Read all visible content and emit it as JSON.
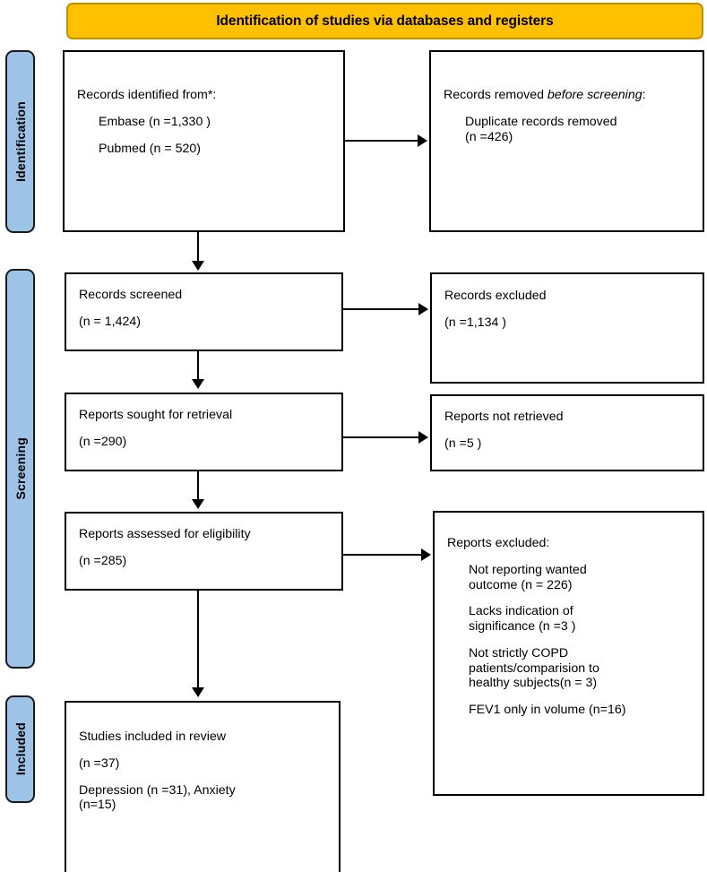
{
  "diagram": {
    "type": "prisma-flow-diagram",
    "banner": {
      "title": "Identification of studies via databases and registers",
      "fill_color": "#FFC000",
      "border_color": "#BF9000"
    },
    "stage_color": "#9DC3E6",
    "stages": [
      {
        "id": "identification",
        "label": "Identification"
      },
      {
        "id": "screening",
        "label": "Screening"
      },
      {
        "id": "included",
        "label": "Included"
      }
    ],
    "nodes": {
      "identified": {
        "title": "Records identified from*:",
        "items": [
          "Embase (n =1,330 )",
          "Pubmed (n = 520)"
        ]
      },
      "removed": {
        "title_part1": "Records removed ",
        "title_italic": "before screening",
        "title_part2": ":",
        "items_line1": "Duplicate records removed",
        "items_line2": "(n =426)"
      },
      "screened": {
        "title": "Records screened",
        "count": "(n = 1,424)"
      },
      "records_excluded": {
        "title": "Records excluded",
        "count": " (n =1,134 )"
      },
      "sought": {
        "title": "Reports sought for retrieval",
        "count": "(n =290)"
      },
      "not_retrieved": {
        "title": "Reports not retrieved",
        "count": "(n =5 )"
      },
      "assessed": {
        "title": "Reports assessed for eligibility",
        "count": "(n =285)"
      },
      "reports_excluded": {
        "title": "Reports excluded:",
        "reasons": [
          {
            "line1": "Not reporting wanted",
            "line2": "outcome (n = 226)"
          },
          {
            "line1": "Lacks indication of",
            "line2": "significance (n =3 )"
          },
          {
            "line1": "Not strictly COPD",
            "line2": "patients/comparision to",
            "line3": "healthy subjects(n = 3)"
          },
          {
            "line1": "FEV1 only in volume (n=16)",
            "line2": ""
          }
        ]
      },
      "included": {
        "title": "Studies included in review",
        "count": "(n =37)",
        "breakdown_line1": "Depression (n =31), Anxiety",
        "breakdown_line2": "(n=15)"
      }
    }
  }
}
